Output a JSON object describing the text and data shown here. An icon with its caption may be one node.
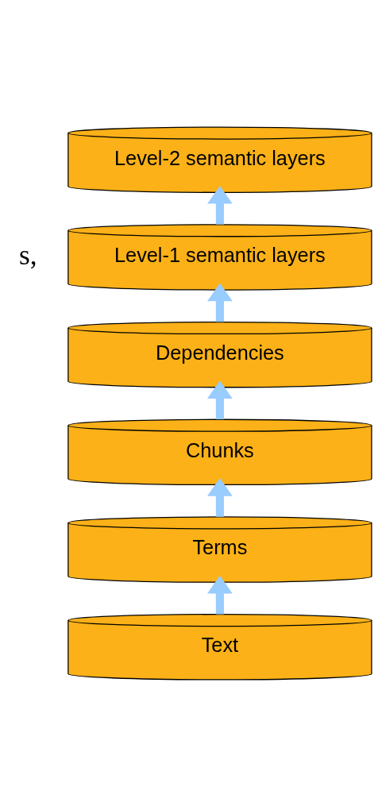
{
  "diagram": {
    "nodes": [
      {
        "text": [
          "Level-2 semantic layers"
        ]
      },
      {
        "text": [
          "Level-1 semantic layers"
        ]
      },
      {
        "text": [
          "Dependencies"
        ]
      },
      {
        "text": [
          "Chunks"
        ]
      },
      {
        "text": [
          "Terms"
        ]
      },
      {
        "text": [
          "Text"
        ]
      }
    ],
    "edges": [
      {
        "from": 5,
        "to": 4,
        "arrow": "to"
      },
      {
        "from": 4,
        "to": 3,
        "arrow": "to"
      },
      {
        "from": 3,
        "to": 2,
        "arrow": "to"
      },
      {
        "from": 2,
        "to": 1,
        "arrow": "to"
      },
      {
        "from": 1,
        "to": 0,
        "arrow": "to"
      }
    ],
    "labels": [
      "s,"
    ]
  }
}
